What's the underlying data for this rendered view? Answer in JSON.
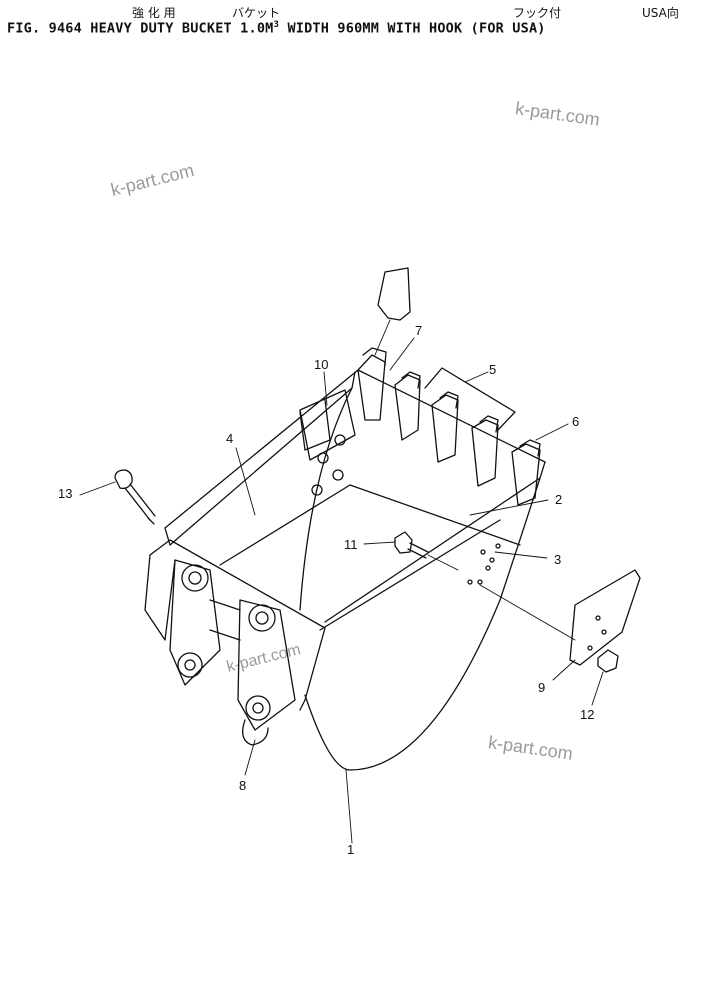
{
  "header": {
    "jp_heavy_duty": "強 化 用",
    "jp_bucket": "バケット",
    "jp_with_hook": "フック付",
    "jp_for_usa": "USA向",
    "title_main": "FIG. 9464  HEAVY DUTY BUCKET 1.0M",
    "title_sup": "3",
    "title_rest": "  WIDTH 960MM WITH HOOK (FOR USA)"
  },
  "watermark": "k-part.com",
  "callouts": [
    "1",
    "2",
    "3",
    "4",
    "5",
    "6",
    "7",
    "8",
    "9",
    "10",
    "11",
    "12",
    "13"
  ],
  "colors": {
    "line": "#111111",
    "watermark": "#9a9a9a"
  }
}
